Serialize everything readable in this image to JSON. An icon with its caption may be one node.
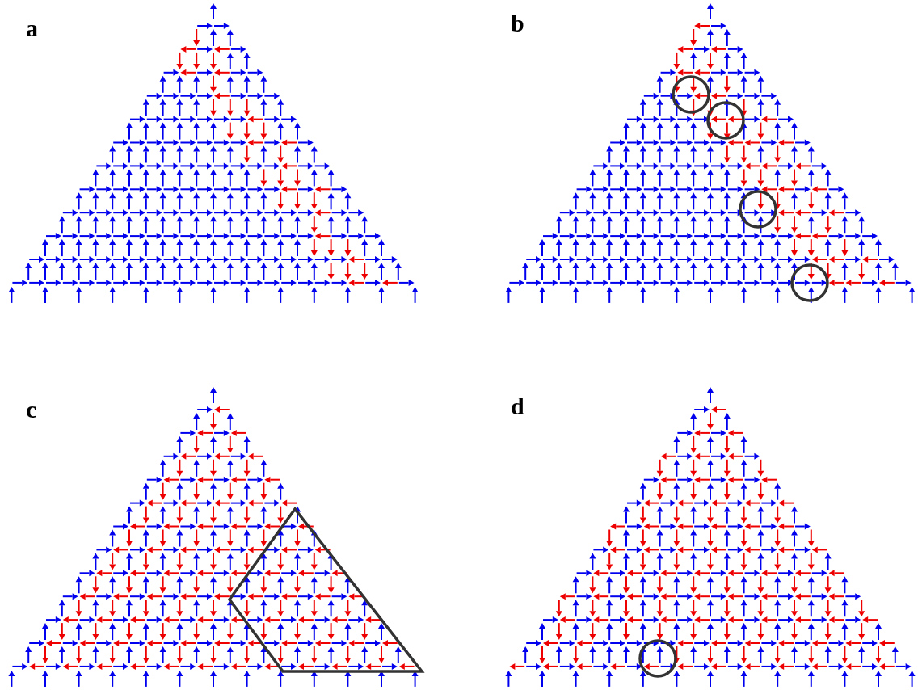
{
  "diagram": {
    "labels": [
      "a",
      "b",
      "c",
      "d"
    ]
  }
}
